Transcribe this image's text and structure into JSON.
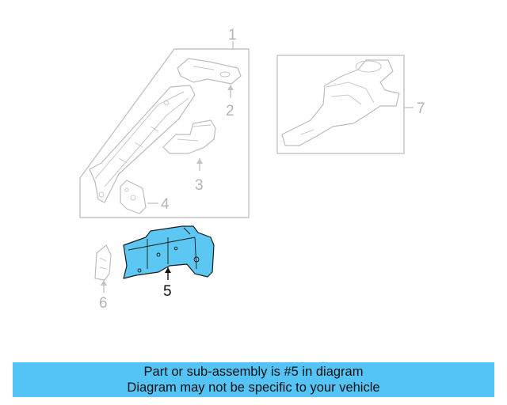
{
  "diagram": {
    "callouts": {
      "c1": "1",
      "c2": "2",
      "c3": "3",
      "c4": "4",
      "c5": "5",
      "c6": "6",
      "c7": "7"
    },
    "highlighted_callout": "5",
    "colors": {
      "highlight_fill": "#5cc7f2",
      "greyed_outline": "#bdbdbd",
      "caption_background": "#54c3f5"
    }
  },
  "caption": {
    "line1": "Part or sub-assembly is #5 in diagram",
    "line2": "Diagram may not be specific to your vehicle"
  }
}
